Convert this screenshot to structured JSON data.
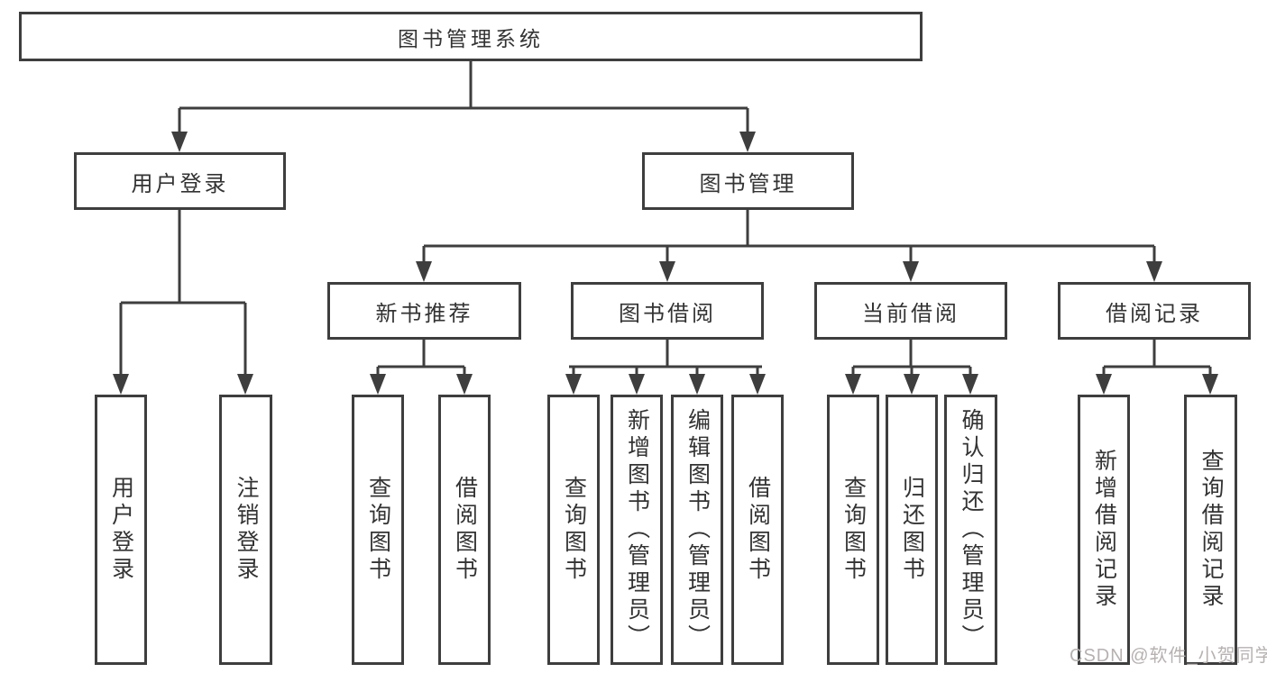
{
  "diagram": {
    "tree": {
      "root": {
        "label": "图书管理系统"
      },
      "branches": [
        {
          "label": "用户登录",
          "children": [
            {
              "label": "用户登录"
            },
            {
              "label": "注销登录"
            }
          ]
        },
        {
          "label": "图书管理",
          "children": [
            {
              "label": "新书推荐",
              "children": [
                {
                  "label": "查询图书"
                },
                {
                  "label": "借阅图书"
                }
              ]
            },
            {
              "label": "图书借阅",
              "children": [
                {
                  "label": "查询图书"
                },
                {
                  "label": "新增图书（管理员）"
                },
                {
                  "label": "编辑图书（管理员）"
                },
                {
                  "label": "借阅图书"
                }
              ]
            },
            {
              "label": "当前借阅",
              "children": [
                {
                  "label": "查询图书"
                },
                {
                  "label": "归还图书"
                },
                {
                  "label": "确认归还（管理员）"
                }
              ]
            },
            {
              "label": "借阅记录",
              "children": [
                {
                  "label": "新增借阅记录"
                },
                {
                  "label": "查询借阅记录"
                }
              ]
            }
          ]
        }
      ]
    }
  },
  "watermark": {
    "text": "CSDN @软件_小贺同学"
  },
  "colors": {
    "line": "#3e3e3e",
    "box_border": "#3e3e3e",
    "text": "#333333",
    "watermark": "#b7b1b1",
    "background": "#ffffff"
  }
}
